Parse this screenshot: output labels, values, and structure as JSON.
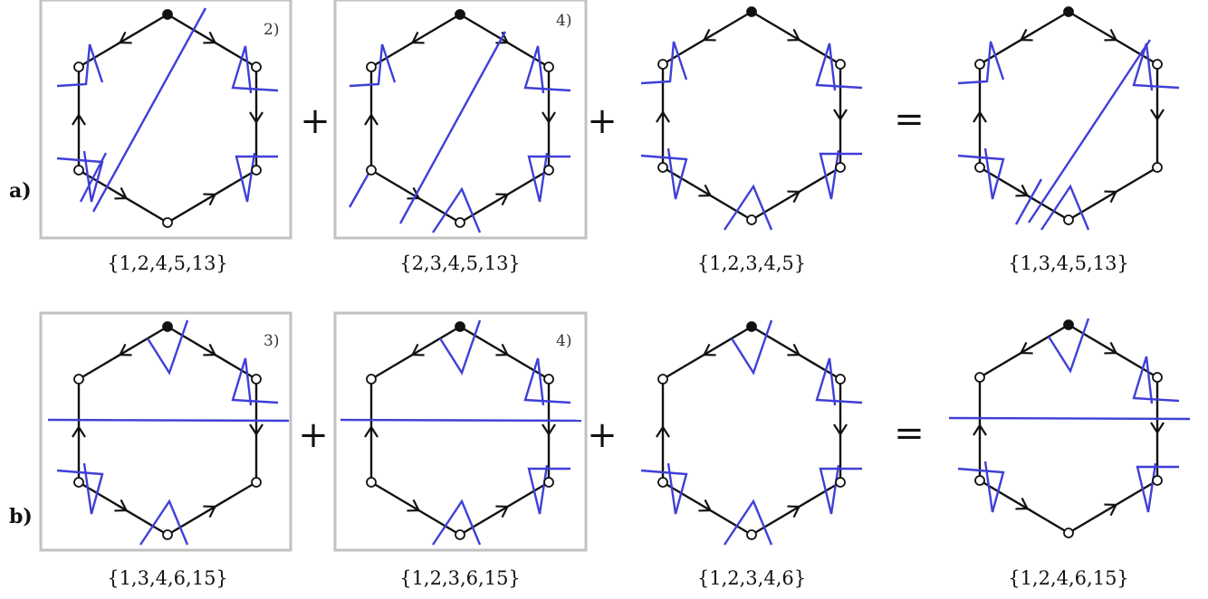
{
  "colors": {
    "graph": "#111111",
    "cut": "#3f3fd8",
    "frame": "#c2c2c2",
    "background": "#ffffff"
  },
  "rows": [
    {
      "label": "a)",
      "operators": [
        "+",
        "+",
        "="
      ],
      "panels": [
        {
          "caption": "{1,2,4,5,13}",
          "tag": "2)",
          "boxed": true
        },
        {
          "caption": "{2,3,4,5,13}",
          "tag": "4)",
          "boxed": true
        },
        {
          "caption": "{1,2,3,4,5}",
          "tag": "",
          "boxed": false
        },
        {
          "caption": "{1,3,4,5,13}",
          "tag": "",
          "boxed": false
        }
      ]
    },
    {
      "label": "b)",
      "operators": [
        "+",
        "+",
        "="
      ],
      "panels": [
        {
          "caption": "{1,3,4,6,15}",
          "tag": "3)",
          "boxed": true
        },
        {
          "caption": "{1,2,3,6,15}",
          "tag": "4)",
          "boxed": true
        },
        {
          "caption": "{1,2,3,4,6}",
          "tag": "",
          "boxed": false
        },
        {
          "caption": "{1,2,4,6,15}",
          "tag": "",
          "boxed": false
        }
      ]
    }
  ]
}
